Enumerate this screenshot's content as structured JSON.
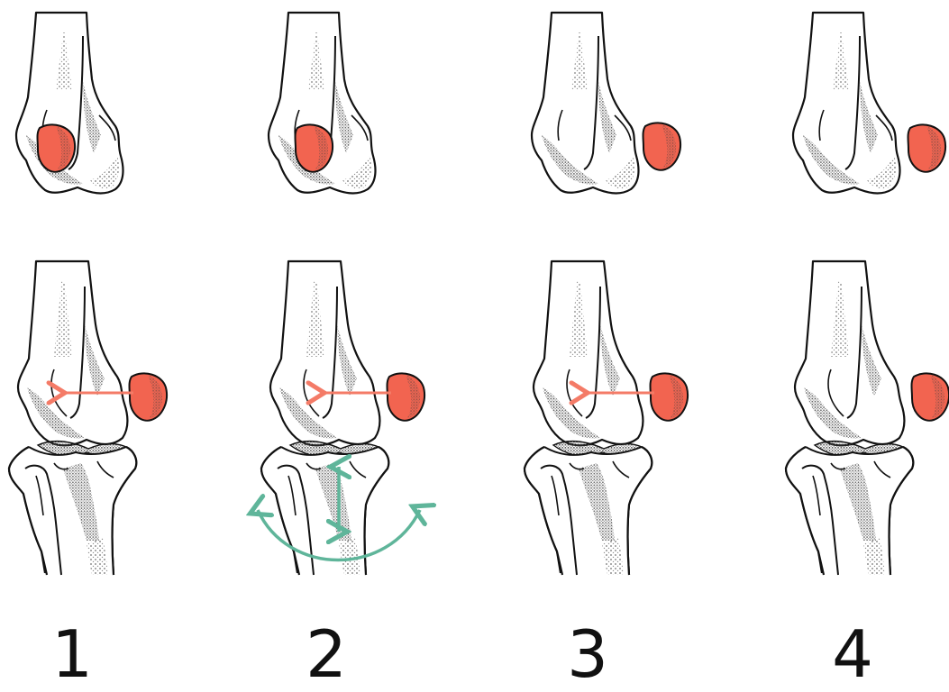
{
  "stages": [
    {
      "label": "1",
      "top_patella": "on_groove",
      "bottom_patella": "lateral",
      "reduction_arrow": true,
      "motion_arrows": false
    },
    {
      "label": "2",
      "top_patella": "on_groove",
      "bottom_patella": "lateral",
      "reduction_arrow": true,
      "motion_arrows": true
    },
    {
      "label": "3",
      "top_patella": "lateral",
      "bottom_patella": "lateral",
      "reduction_arrow": true,
      "motion_arrows": false
    },
    {
      "label": "4",
      "top_patella": "lateral",
      "bottom_patella": "lateral_edge",
      "reduction_arrow": false,
      "motion_arrows": false
    }
  ],
  "colors": {
    "patella": "#f26450",
    "reduction_arrow": "#f47b67",
    "motion_arrow": "#5fb59a",
    "outline": "#111111",
    "shading": "#9a9a9a",
    "bone": "#ffffff"
  }
}
